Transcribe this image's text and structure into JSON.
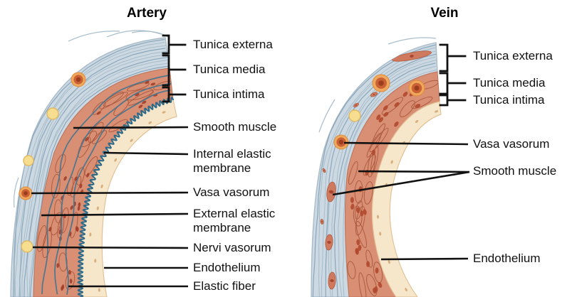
{
  "figure": {
    "artery": {
      "title": "Artery",
      "bracket_labels": [
        "Tunica externa",
        "Tunica media",
        "Tunica intima"
      ],
      "leader_labels": [
        "Smooth muscle",
        "Internal elastic membrane",
        "Vasa vasorum",
        "External elastic membrane",
        "Nervi vasorum",
        "Endothelium",
        "Elastic fiber"
      ]
    },
    "vein": {
      "title": "Vein",
      "bracket_labels": [
        "Tunica externa",
        "Tunica media",
        "Tunica intima"
      ],
      "leader_labels": [
        "Vasa vasorum",
        "Smooth muscle",
        "Endothelium"
      ]
    },
    "colors": {
      "tunica_externa": "#cdd9e2",
      "tunica_media": "#d98f74",
      "tunica_intima": "#f6e7cb",
      "elastic_membrane": "#2e6b8b",
      "muscle_cell_outline": "#a8563c",
      "muscle_cell_nucleus": "#a23e2a",
      "vasa_vasorum_ring": "#f0a95c",
      "vasa_vasorum_body": "#c96134",
      "vasa_vasorum_core": "#9c3d20",
      "nervi_vasorum": "#f6dd90",
      "externa_fiber": "#9fb6c6",
      "leader_line": "#111111",
      "background": "#ffffff"
    }
  }
}
